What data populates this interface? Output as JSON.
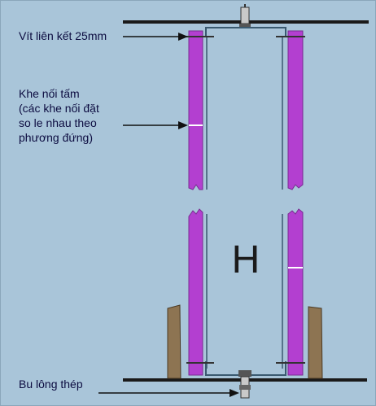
{
  "labels": {
    "screw": "Vít liên kết 25mm",
    "joint": {
      "line1": "Khe nối tấm",
      "line2": "(các khe nối đặt",
      "line3": "so le nhau theo",
      "line4": "phương đứng)"
    },
    "bolt": "Bu lông thép"
  },
  "stud_symbol": "H",
  "colors": {
    "background": "#a9c5d9",
    "board": "#b33fd0",
    "board_edge": "#7a2c92",
    "timber": "#8d7452",
    "steel": "#1a1a1a",
    "track": "#3a5a70",
    "text": "#0c0c40"
  }
}
